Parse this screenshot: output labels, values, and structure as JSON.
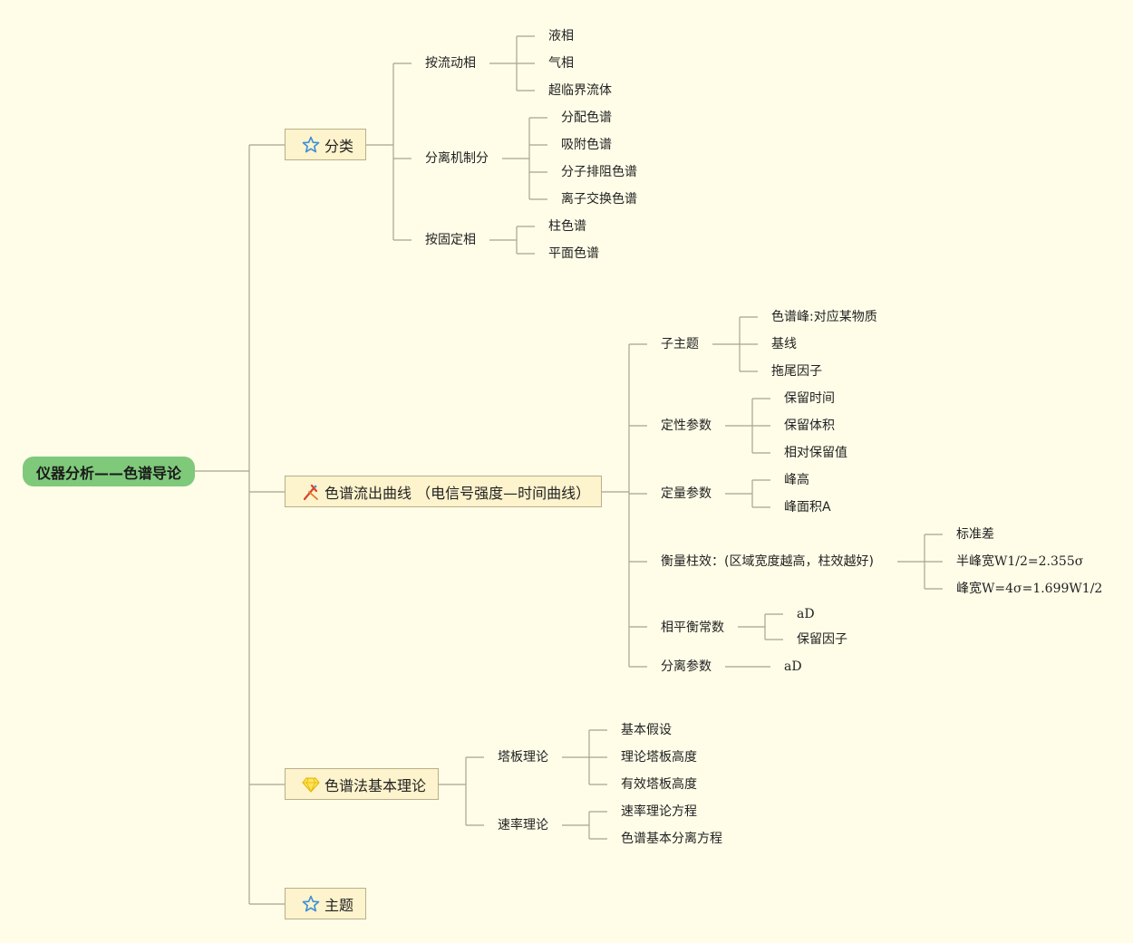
{
  "root": "仪器分析——色谱导论",
  "branches": {
    "classification": {
      "label": "分类",
      "icon": "star-icon",
      "by_mobile_phase": {
        "label": "按流动相",
        "items": [
          "液相",
          "气相",
          "超临界流体"
        ]
      },
      "by_mechanism": {
        "label": "分离机制分",
        "items": [
          "分配色谱",
          "吸附色谱",
          "分子排阻色谱",
          "离子交换色谱"
        ]
      },
      "by_stationary_phase": {
        "label": "按固定相",
        "items": [
          "柱色谱",
          "平面色谱"
        ]
      }
    },
    "curve": {
      "label": "色谱流出曲线 （电信号强度—时间曲线）",
      "icon": "tools-icon",
      "subtopic": {
        "label": "子主题",
        "items": [
          "色谱峰:对应某物质",
          "基线",
          "拖尾因子"
        ]
      },
      "qualitative": {
        "label": "定性参数",
        "items": [
          "保留时间",
          "保留体积",
          "相对保留值"
        ]
      },
      "quantitative": {
        "label": "定量参数",
        "items": [
          "峰高",
          "峰面积A"
        ]
      },
      "efficiency": {
        "label": "衡量柱效：(区域宽度越高，柱效越好)",
        "items": [
          "标准差",
          "半峰宽W1/2=2.355σ",
          "峰宽W=4σ=1.699W1/2"
        ]
      },
      "equilibrium": {
        "label": "相平衡常数",
        "items": [
          "aD",
          "保留因子"
        ]
      },
      "separation": {
        "label": "分离参数",
        "items": [
          "aD"
        ]
      }
    },
    "theory": {
      "label": "色谱法基本理论",
      "icon": "diamond-icon",
      "plate": {
        "label": "塔板理论",
        "items": [
          "基本假设",
          "理论塔板高度",
          "有效塔板高度"
        ]
      },
      "rate": {
        "label": "速率理论",
        "items": [
          "速率理论方程",
          "色谱基本分离方程"
        ]
      }
    },
    "topic": {
      "label": "主题",
      "icon": "star-icon"
    }
  },
  "colors": {
    "root_fill": "#7fc97a",
    "box_fill": "#fdf3cc",
    "line": "#a8a48c",
    "background": "#fffde8",
    "star": "#3a8fd6"
  }
}
